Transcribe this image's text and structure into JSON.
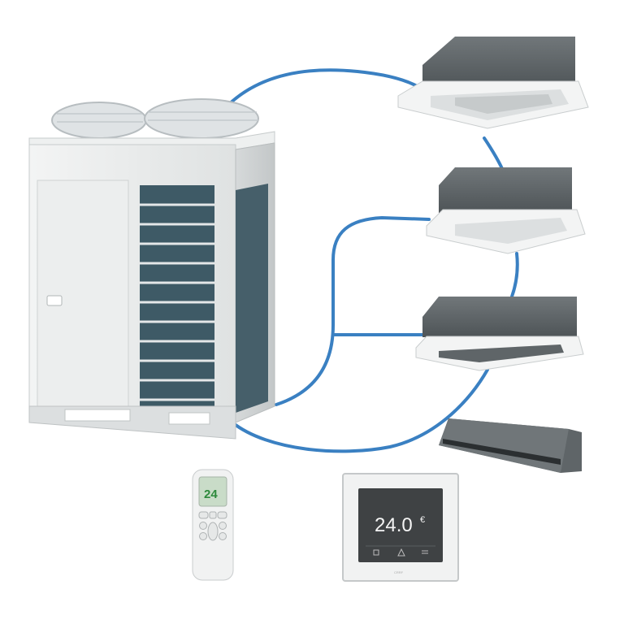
{
  "remote": {
    "display_value": "24"
  },
  "thermostat": {
    "temperature": "24.0",
    "unit": "€",
    "brand": "CRRF"
  },
  "colors": {
    "pipe": "#3a80c2",
    "unit_body": "#e9ebeb",
    "grille": "#3e5a66",
    "indoor_top": "#5f6568",
    "screen": "#3f4244",
    "lcd": "#c9dcc8",
    "lcd_text": "#2e8a3c"
  }
}
